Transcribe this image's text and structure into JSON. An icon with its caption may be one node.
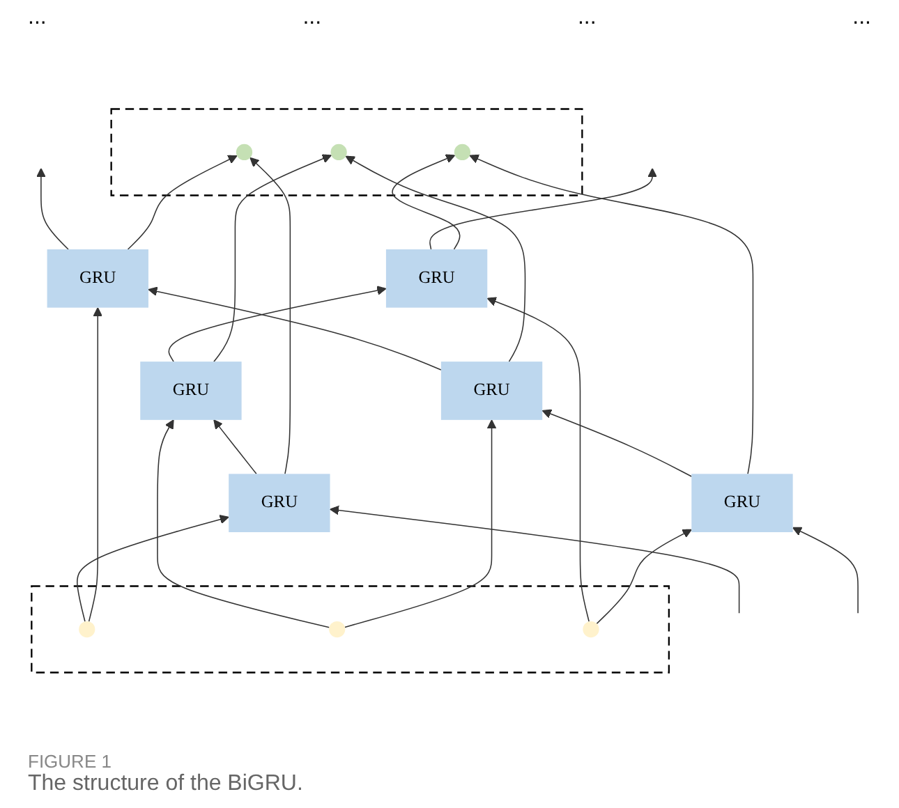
{
  "diagram": {
    "caption": "The structure of the BiGRU.",
    "nodes": [
      {
        "text": [],
        "shape": "box"
      },
      {
        "text": [],
        "shape": "circle",
        "in": 0
      },
      {
        "text": [],
        "shape": "circle",
        "in": 0
      },
      {
        "text": [],
        "shape": "circle",
        "in": 0
      },
      {
        "text": [
          "GRU"
        ]
      },
      {
        "text": [
          "GRU"
        ]
      },
      {
        "text": [
          "GRU"
        ]
      },
      {
        "text": [
          "GRU"
        ]
      },
      {
        "text": [
          "GRU"
        ]
      },
      {
        "text": [
          "GRU"
        ]
      },
      {
        "text": [],
        "shape": "box"
      },
      {
        "text": [],
        "shape": "circle",
        "in": 10
      },
      {
        "text": [],
        "shape": "circle",
        "in": 10
      },
      {
        "text": [],
        "shape": "circle",
        "in": 10
      }
    ],
    "edges": [
      {
        "from": null,
        "to": 7,
        "arrow": "to"
      },
      {
        "from": 7,
        "to": 8,
        "arrow": "to"
      },
      {
        "from": 8,
        "to": 9,
        "arrow": "to"
      },
      {
        "from": 9,
        "to": null,
        "arrow": "to"
      },
      {
        "from": null,
        "to": 6,
        "arrow": "to"
      },
      {
        "from": 6,
        "to": 5,
        "arrow": "to"
      },
      {
        "from": 5,
        "to": 4,
        "arrow": "to"
      },
      {
        "from": 4,
        "to": null,
        "arrow": "to"
      },
      {
        "from": 11,
        "to": 7,
        "arrow": "to"
      },
      {
        "from": 12,
        "to": 8,
        "arrow": "to"
      },
      {
        "from": 13,
        "to": 9,
        "arrow": "to"
      },
      {
        "from": 11,
        "to": 4,
        "arrow": "to"
      },
      {
        "from": 12,
        "to": 5,
        "arrow": "to"
      },
      {
        "from": 13,
        "to": 6,
        "arrow": "to"
      },
      {
        "from": 4,
        "to": 1,
        "arrow": "to"
      },
      {
        "from": 5,
        "to": 2,
        "arrow": "to"
      },
      {
        "from": 6,
        "to": 3,
        "arrow": "to"
      },
      {
        "from": 7,
        "to": 1,
        "arrow": "to"
      },
      {
        "from": 8,
        "to": 2,
        "arrow": "to"
      },
      {
        "from": 9,
        "to": 3,
        "arrow": "to"
      }
    ],
    "labels": [
      "...",
      "...",
      "...",
      "...",
      "FIGURE 1"
    ]
  }
}
